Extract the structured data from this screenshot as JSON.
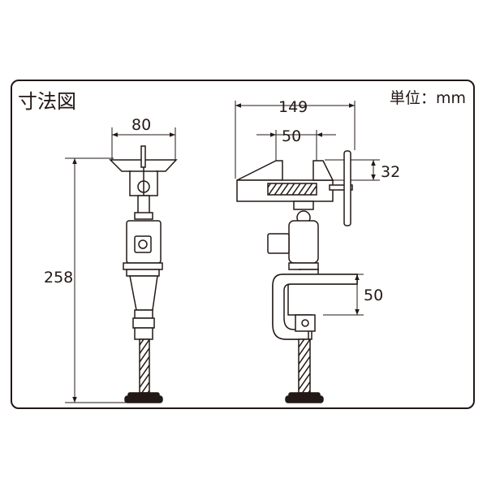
{
  "title": "寸法図",
  "unit": "単位：mm",
  "dimensions": {
    "jaw_width": "80",
    "total_height": "258",
    "overall_length": "149",
    "jaw_opening": "50",
    "jaw_depth": "32",
    "clamp_capacity": "50"
  },
  "colors": {
    "line": "#231815",
    "fill": "#ffffff",
    "shade": "#231815"
  }
}
